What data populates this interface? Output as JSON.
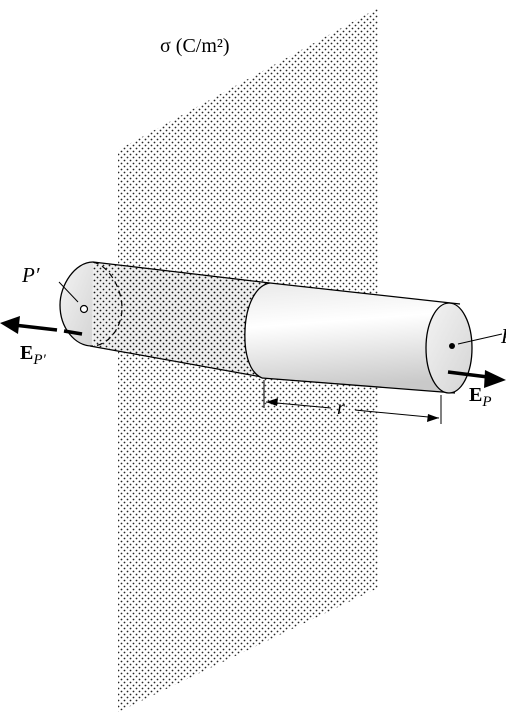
{
  "figure": {
    "sheet_label": "σ (C/m²)",
    "point_left": "P′",
    "point_right": "P",
    "field_left": "E",
    "field_left_sub": "P′",
    "field_right": "E",
    "field_right_sub": "P",
    "distance_label": "r"
  }
}
